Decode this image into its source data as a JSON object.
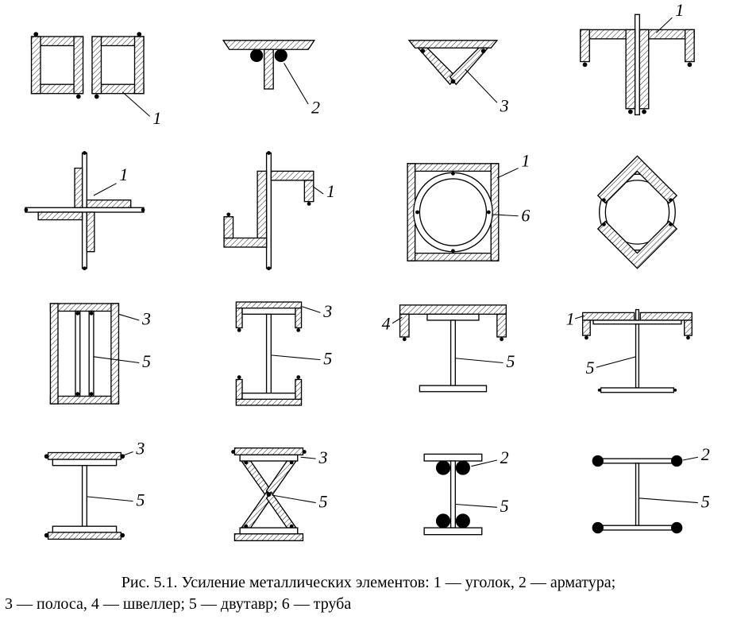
{
  "caption": {
    "line1": "Рис. 5.1. Усиление металлических элементов: 1 — уголок, 2 — арматура;",
    "line2": "3 — полоса, 4 — швеллер; 5 — двутавр; 6 — труба"
  },
  "legend_terms": {
    "1": "уголок",
    "2": "арматура",
    "3": "полоса",
    "4": "швеллер",
    "5": "двутавр",
    "6": "труба"
  },
  "cells": [
    {
      "labels": [
        "1"
      ]
    },
    {
      "labels": [
        "2"
      ]
    },
    {
      "labels": [
        "3"
      ]
    },
    {
      "labels": [
        "1"
      ]
    },
    {
      "labels": [
        "1"
      ]
    },
    {
      "labels": [
        "1"
      ]
    },
    {
      "labels": [
        "1",
        "6"
      ]
    },
    {
      "labels": []
    },
    {
      "labels": [
        "3",
        "5"
      ]
    },
    {
      "labels": [
        "3",
        "5"
      ]
    },
    {
      "labels": [
        "4",
        "5"
      ]
    },
    {
      "labels": [
        "1",
        "5"
      ]
    },
    {
      "labels": [
        "3",
        "5"
      ]
    },
    {
      "labels": [
        "3",
        "5"
      ]
    },
    {
      "labels": [
        "2",
        "5"
      ]
    },
    {
      "labels": [
        "2",
        "5"
      ]
    }
  ]
}
